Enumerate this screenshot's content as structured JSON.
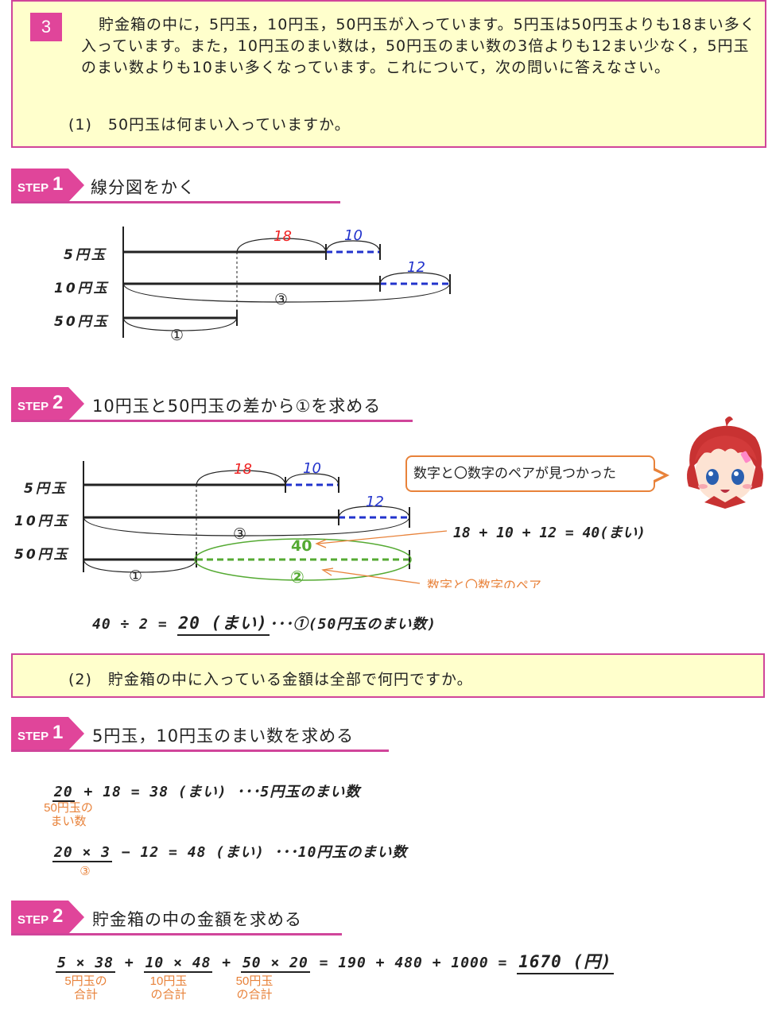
{
  "problem": {
    "number": "3",
    "text": "貯金箱の中に，5円玉，10円玉，50円玉が入っています。5円玉は50円玉よりも18まい多く入っています。また，10円玉のまい数は，50円玉のまい数の3倍よりも12まい少なく，5円玉のまい数よりも10まい多くなっています。これについて，次の問いに答えなさい。",
    "q1": "(1)　50円玉は何まい入っていますか。",
    "q2": "(2)　貯金箱の中に入っている金額は全部で何円ですか。"
  },
  "colors": {
    "accent": "#e0459a",
    "box_bg": "#ffffcc",
    "note": "#e8823a",
    "red": "#ee2222",
    "blue": "#2233cc",
    "green": "#55aa33"
  },
  "steps": [
    {
      "word": "STEP",
      "num": "1",
      "title": "線分図をかく"
    },
    {
      "word": "STEP",
      "num": "2",
      "title": "10円玉と50円玉の差から①を求める"
    },
    {
      "word": "STEP",
      "num": "1",
      "title": "5円玉，10円玉のまい数を求める"
    },
    {
      "word": "STEP",
      "num": "2",
      "title": "貯金箱の中の金額を求める"
    }
  ],
  "diagram1": {
    "row5": "5円玉",
    "row10": "10円玉",
    "row50": "50円玉",
    "n18": "18",
    "n10": "10",
    "n12": "12",
    "c3": "③",
    "c1": "①"
  },
  "diagram2": {
    "row5": "5円玉",
    "row10": "10円玉",
    "row50": "50円玉",
    "n18": "18",
    "n10": "10",
    "n12": "12",
    "c3": "③",
    "c1": "①",
    "n40": "40",
    "c2": "②",
    "sum_eq": "18 + 10 + 12 = 40(まい)",
    "pair_note": "数字と〇数字のペア"
  },
  "bubble": "数字と〇数字のペアが見つかった",
  "calc1": {
    "lhs": "40 ÷ 2 = ",
    "ans": "20 (まい)",
    "rest": "･･･①(50円玉のまい数)"
  },
  "part2": {
    "eq1_a": "20",
    "eq1_b": " + 18 = 38 (まい) ･･･5円玉のまい数",
    "note1": "50円玉の\nまい数",
    "eq2_a": "20 × 3",
    "eq2_b": " − 12 = 48 (まい) ･･･10円玉のまい数",
    "note2": "③",
    "t1": "5 × 38",
    "t2": "10 × 48",
    "t3": "50 × 20",
    "plus": "+",
    "tail": "= 190 + 480 + 1000 =",
    "answer": "1670 (円)",
    "n1": "5円玉の\n合計",
    "n2": "10円玉\nの合計",
    "n3": "50円玉\nの合計"
  }
}
